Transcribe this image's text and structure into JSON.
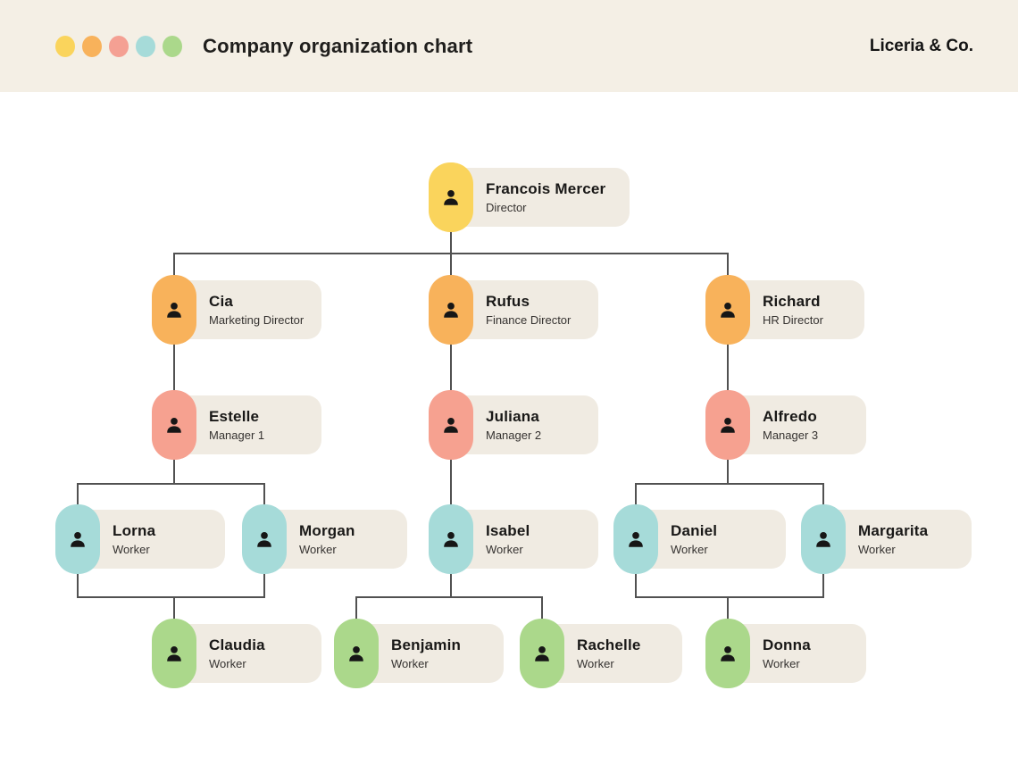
{
  "header": {
    "title": "Company organization chart",
    "brand": "Liceria & Co.",
    "dot_colors": [
      "#fad45c",
      "#f8b25b",
      "#f4a093",
      "#a6dbd9",
      "#abd88b"
    ]
  },
  "colors": {
    "header_bg": "#f4efe5",
    "page_bg": "#ffffff",
    "card_bg": "#f0ebe2",
    "connector": "#515151",
    "badge_director": "#fad45c",
    "badge_department_director": "#f8b25b",
    "badge_manager": "#f6a190",
    "badge_worker": "#a6dbd9",
    "badge_junior_worker": "#abd88b"
  },
  "nodes": [
    {
      "name": "Francois Mercer",
      "role": "Director",
      "badge_color": "#fad45c",
      "reports_to": null
    },
    {
      "name": "Cia",
      "role": "Marketing Director",
      "badge_color": "#f8b25b",
      "reports_to": "Francois Mercer"
    },
    {
      "name": "Rufus",
      "role": "Finance Director",
      "badge_color": "#f8b25b",
      "reports_to": "Francois Mercer"
    },
    {
      "name": "Richard",
      "role": "HR Director",
      "badge_color": "#f8b25b",
      "reports_to": "Francois Mercer"
    },
    {
      "name": "Estelle",
      "role": "Manager 1",
      "badge_color": "#f6a190",
      "reports_to": "Cia"
    },
    {
      "name": "Juliana",
      "role": "Manager 2",
      "badge_color": "#f6a190",
      "reports_to": "Rufus"
    },
    {
      "name": "Alfredo",
      "role": "Manager 3",
      "badge_color": "#f6a190",
      "reports_to": "Richard"
    },
    {
      "name": "Lorna",
      "role": "Worker",
      "badge_color": "#a6dbd9",
      "reports_to": "Estelle"
    },
    {
      "name": "Morgan",
      "role": "Worker",
      "badge_color": "#a6dbd9",
      "reports_to": "Estelle"
    },
    {
      "name": "Isabel",
      "role": "Worker",
      "badge_color": "#a6dbd9",
      "reports_to": "Juliana"
    },
    {
      "name": "Daniel",
      "role": "Worker",
      "badge_color": "#a6dbd9",
      "reports_to": "Alfredo"
    },
    {
      "name": "Margarita",
      "role": "Worker",
      "badge_color": "#a6dbd9",
      "reports_to": "Alfredo"
    },
    {
      "name": "Claudia",
      "role": "Worker",
      "badge_color": "#abd88b",
      "reports_to": "Lorna & Morgan"
    },
    {
      "name": "Benjamin",
      "role": "Worker",
      "badge_color": "#abd88b",
      "reports_to": "Isabel"
    },
    {
      "name": "Rachelle",
      "role": "Worker",
      "badge_color": "#abd88b",
      "reports_to": "Isabel"
    },
    {
      "name": "Donna",
      "role": "Worker",
      "badge_color": "#abd88b",
      "reports_to": "Daniel & Margarita"
    }
  ]
}
